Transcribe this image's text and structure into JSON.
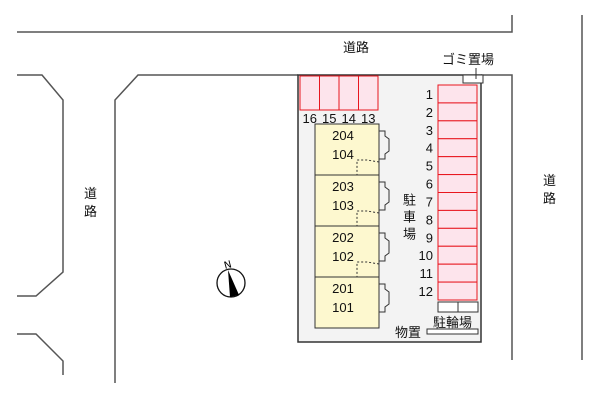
{
  "roads": {
    "top": "道路",
    "left": "道路",
    "right": "道路"
  },
  "labels": {
    "garbage": "ゴミ置場",
    "parking": "駐車場",
    "bicycle": "駐輪場",
    "storage": "物置",
    "compass": "N"
  },
  "parking_right": [
    "1",
    "2",
    "3",
    "4",
    "5",
    "6",
    "7",
    "8",
    "9",
    "10",
    "11",
    "12"
  ],
  "parking_top": [
    "16",
    "15",
    "14",
    "13"
  ],
  "units": [
    {
      "upper": "204",
      "lower": "104"
    },
    {
      "upper": "203",
      "lower": "103"
    },
    {
      "upper": "202",
      "lower": "102"
    },
    {
      "upper": "201",
      "lower": "101"
    }
  ],
  "colors": {
    "parking_fill": "#fde4ec",
    "parking_stroke": "#e8161e",
    "building_fill": "#fdf8cf",
    "lot_fill": "#f3f3f3"
  }
}
